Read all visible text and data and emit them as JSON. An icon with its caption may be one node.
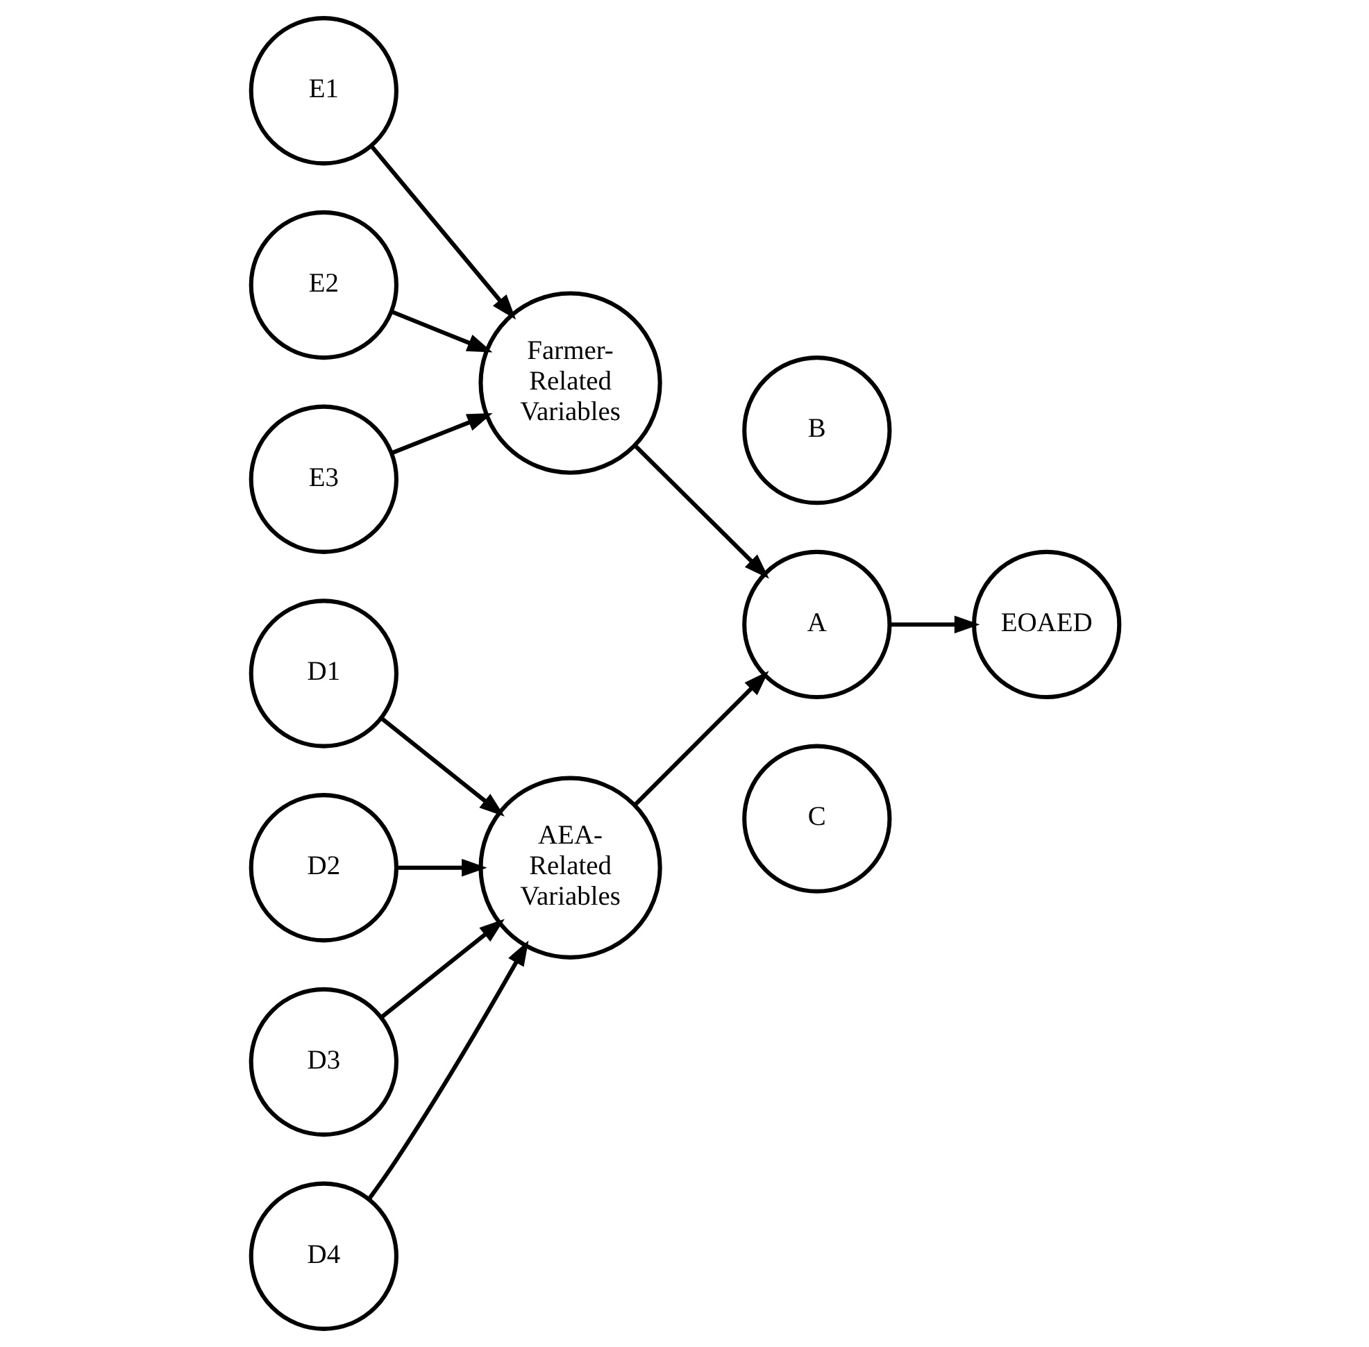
{
  "diagram": {
    "nodes": [
      {
        "text": [
          "E1"
        ]
      },
      {
        "text": [
          "E2"
        ]
      },
      {
        "text": [
          "E3"
        ]
      },
      {
        "text": [
          "Farmer- Related Variables"
        ]
      },
      {
        "text": [
          "B"
        ]
      },
      {
        "text": [
          "A"
        ]
      },
      {
        "text": [
          "C"
        ]
      },
      {
        "text": [
          "EOAED"
        ]
      },
      {
        "text": [
          "D1"
        ]
      },
      {
        "text": [
          "AEA- Related Variables"
        ]
      },
      {
        "text": [
          "D2"
        ]
      },
      {
        "text": [
          "D3"
        ]
      },
      {
        "text": [
          "D4"
        ]
      }
    ],
    "edges": [
      {
        "from": 0,
        "to": 3,
        "arrow": "to"
      },
      {
        "from": 1,
        "to": 3,
        "arrow": "to"
      },
      {
        "from": 2,
        "to": 3,
        "arrow": "to"
      },
      {
        "from": 3,
        "to": 5,
        "arrow": "to"
      },
      {
        "from": 9,
        "to": 5,
        "arrow": "to"
      },
      {
        "from": 5,
        "to": 7,
        "arrow": "to"
      },
      {
        "from": 8,
        "to": 9,
        "arrow": "to"
      },
      {
        "from": 10,
        "to": 9,
        "arrow": "to"
      },
      {
        "from": 11,
        "to": 9,
        "arrow": "to"
      },
      {
        "from": 12,
        "to": 9,
        "arrow": "to"
      }
    ]
  }
}
